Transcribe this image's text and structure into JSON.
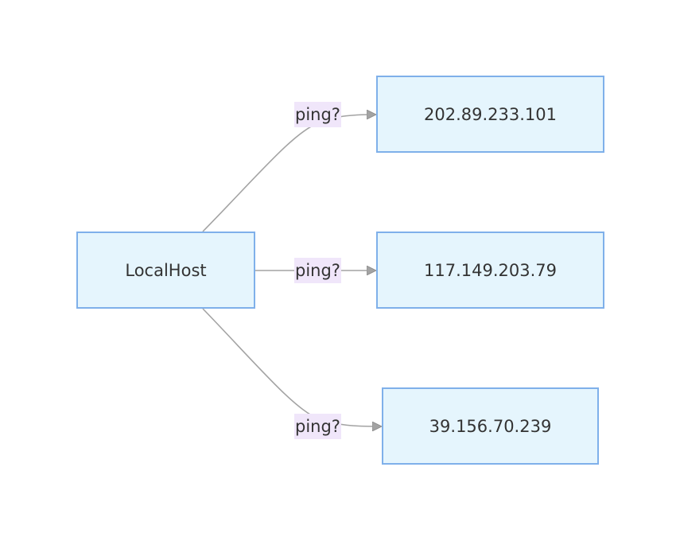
{
  "colors": {
    "node_fill": "#e5f5fd",
    "node_border": "#7fb0ea",
    "edge_stroke": "#a3a3a3",
    "label_bg": "#f0e6fa",
    "text": "#333333"
  },
  "diagram": {
    "type": "flowchart",
    "direction": "left-to-right",
    "source": {
      "id": "localhost",
      "label": "LocalHost"
    },
    "targets": [
      {
        "id": "t1",
        "label": "202.89.233.101"
      },
      {
        "id": "t2",
        "label": "117.149.203.79"
      },
      {
        "id": "t3",
        "label": "39.156.70.239"
      }
    ],
    "edges": [
      {
        "from": "localhost",
        "to": "t1",
        "label": "ping?"
      },
      {
        "from": "localhost",
        "to": "t2",
        "label": "ping?"
      },
      {
        "from": "localhost",
        "to": "t3",
        "label": "ping?"
      }
    ]
  }
}
